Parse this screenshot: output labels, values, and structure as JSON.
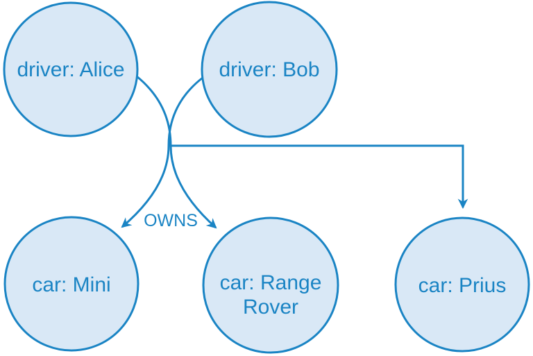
{
  "diagram": {
    "kind": "property-graph",
    "colors": {
      "background": "#ffffff",
      "node_fill": "#d9e8f6",
      "node_stroke": "#1a84c4",
      "edge_stroke": "#1a84c4",
      "label_text": "#1a84c4"
    },
    "relationship_label": "OWNS",
    "nodes": [
      {
        "id": "driver-alice",
        "label": "driver: Alice"
      },
      {
        "id": "driver-bob",
        "label": "driver: Bob"
      },
      {
        "id": "car-mini",
        "label": "car: Mini"
      },
      {
        "id": "car-range-rover",
        "label": "car: Range Rover",
        "line1": "car: Range",
        "line2": "Rover"
      },
      {
        "id": "car-prius",
        "label": "car: Prius"
      }
    ],
    "edges": [
      {
        "from": "driver: Alice",
        "to": "car: Range Rover",
        "type": "OWNS"
      },
      {
        "from": "driver: Bob",
        "to": "car: Mini",
        "type": "OWNS"
      },
      {
        "from": "driver: Alice",
        "to": "car: Prius",
        "type": "OWNS"
      }
    ]
  }
}
